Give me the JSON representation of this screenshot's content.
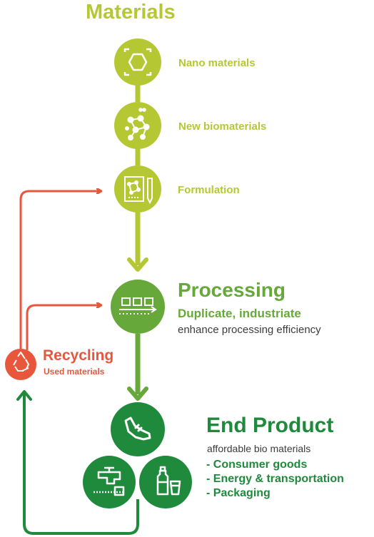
{
  "colors": {
    "materials": "#b5c834",
    "processing": "#67a83a",
    "end_product": "#1f8a3c",
    "recycling": "#e8563c",
    "text_grey": "#3c3c3c"
  },
  "materials": {
    "title": "Materials",
    "steps": [
      {
        "label": "Nano materials",
        "icon": "nano-hexagon-icon"
      },
      {
        "label": "New biomaterials",
        "icon": "molecule-network-icon"
      },
      {
        "label": "Formulation",
        "icon": "formulation-sheet-pencil-icon"
      }
    ]
  },
  "processing": {
    "title": "Processing",
    "subtitle": "Duplicate, industriate",
    "description": "enhance processing efficiency",
    "icon": "conveyor-belt-icon"
  },
  "recycling": {
    "title": "Recycling",
    "subtitle": "Used materials",
    "icon": "recycle-icon"
  },
  "end_product": {
    "title": "End Product",
    "description": "affordable bio materials",
    "items": [
      "- Consumer goods",
      "- Energy & transportation",
      "- Packaging"
    ],
    "icons": [
      "shoe-icon",
      "water-tap-icon",
      "bottle-packaging-icon"
    ]
  }
}
